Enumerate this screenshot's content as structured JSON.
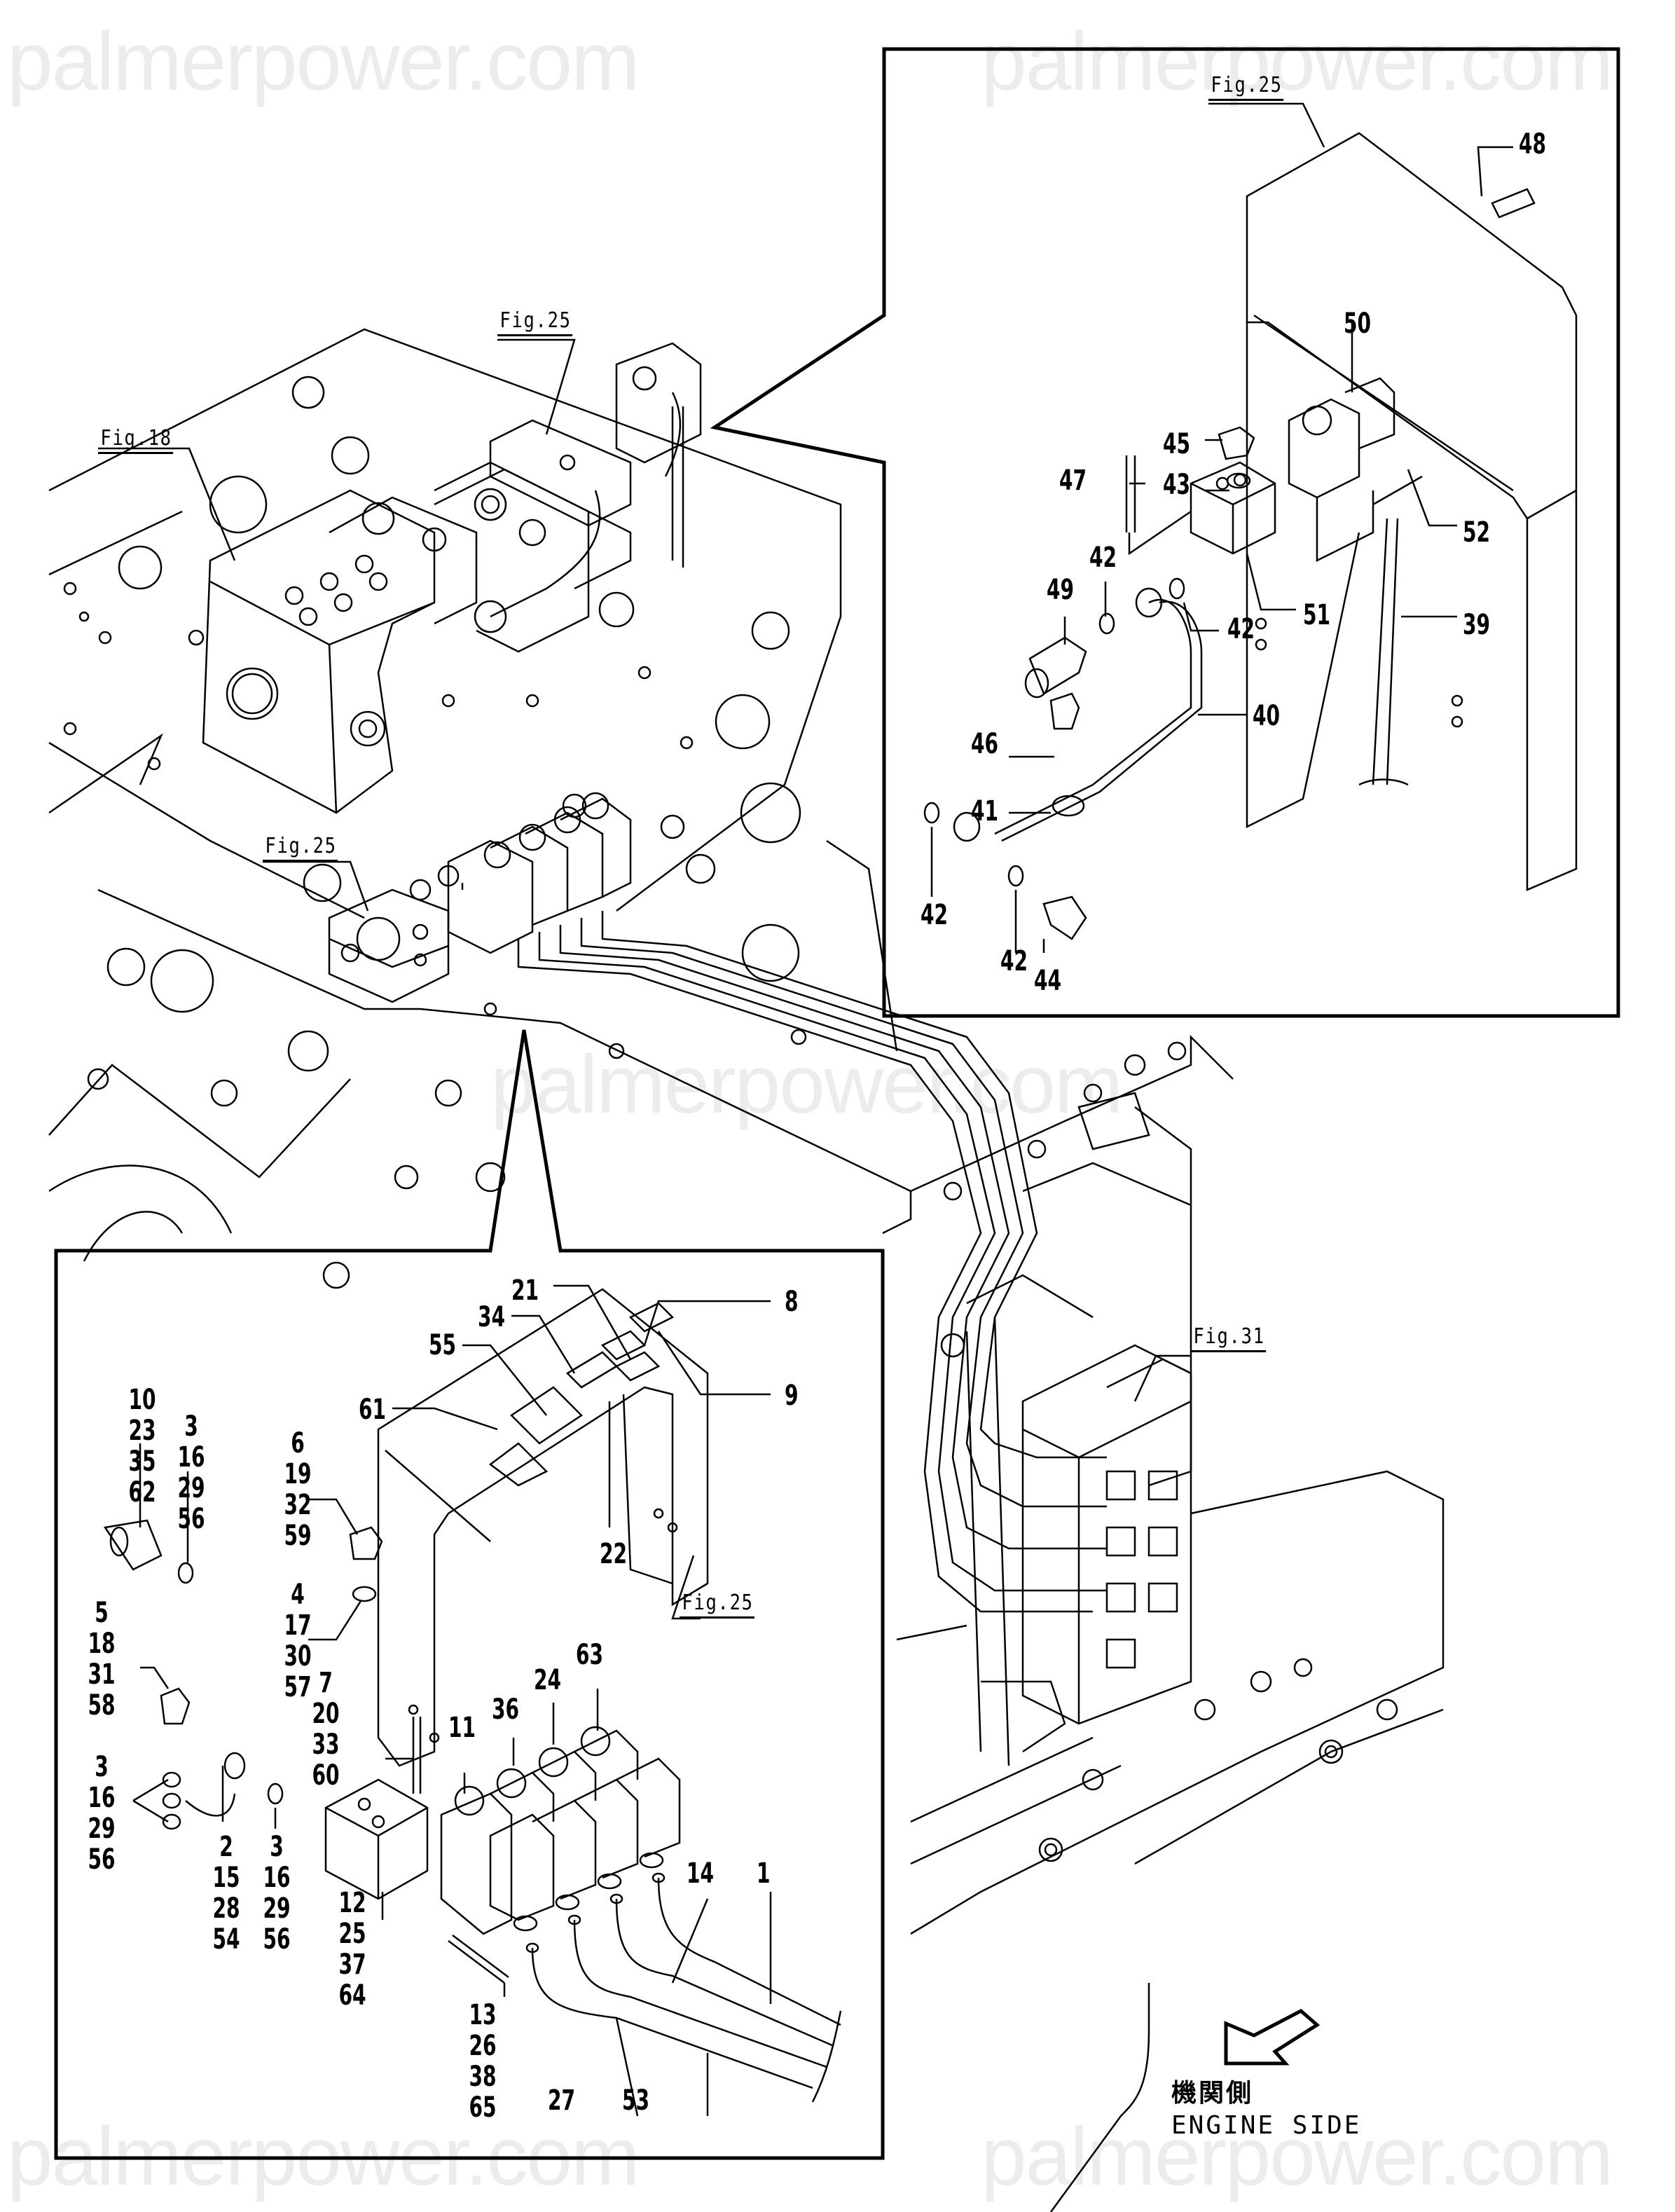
{
  "watermark": "palmerpower.com",
  "main_view": {
    "figure_refs": [
      {
        "id": "fig18-top",
        "text": "Fig.18"
      },
      {
        "id": "fig25-top",
        "text": "Fig.25"
      },
      {
        "id": "fig25-mid",
        "text": "Fig.25"
      },
      {
        "id": "fig31",
        "text": "Fig.31"
      }
    ]
  },
  "inset_upper_right": {
    "figure_ref": "Fig.25",
    "callouts": [
      {
        "id": "c48",
        "text": "48"
      },
      {
        "id": "c50",
        "text": "50"
      },
      {
        "id": "c45",
        "text": "45"
      },
      {
        "id": "c47",
        "text": "47"
      },
      {
        "id": "c43",
        "text": "43"
      },
      {
        "id": "c52",
        "text": "52"
      },
      {
        "id": "c42a",
        "text": "42"
      },
      {
        "id": "c49",
        "text": "49"
      },
      {
        "id": "c42b",
        "text": "42"
      },
      {
        "id": "c51",
        "text": "51"
      },
      {
        "id": "c39",
        "text": "39"
      },
      {
        "id": "c40",
        "text": "40"
      },
      {
        "id": "c46",
        "text": "46"
      },
      {
        "id": "c41",
        "text": "41"
      },
      {
        "id": "c42c",
        "text": "42"
      },
      {
        "id": "c42d",
        "text": "42"
      },
      {
        "id": "c44",
        "text": "44"
      }
    ]
  },
  "inset_lower_left": {
    "figure_ref": "Fig.25",
    "callouts": [
      {
        "id": "c21",
        "text": "21"
      },
      {
        "id": "c8",
        "text": "8"
      },
      {
        "id": "c34",
        "text": "34"
      },
      {
        "id": "c55",
        "text": "55"
      },
      {
        "id": "c9",
        "text": "9"
      },
      {
        "id": "c61",
        "text": "61"
      },
      {
        "id": "c22",
        "text": "22"
      },
      {
        "id": "s10",
        "text": "10\n23\n35\n62"
      },
      {
        "id": "s3a",
        "text": "3\n16\n29\n56"
      },
      {
        "id": "s6",
        "text": "6\n19\n32\n59"
      },
      {
        "id": "s4",
        "text": "4\n17\n30\n57"
      },
      {
        "id": "s5",
        "text": "5\n18\n31\n58"
      },
      {
        "id": "s7",
        "text": "7\n20\n33\n60"
      },
      {
        "id": "s3b",
        "text": "3\n16\n29\n56"
      },
      {
        "id": "s2",
        "text": "2\n15\n28\n54"
      },
      {
        "id": "s3c",
        "text": "3\n16\n29\n56"
      },
      {
        "id": "s12",
        "text": "12\n25\n37\n64"
      },
      {
        "id": "s13",
        "text": "13\n26\n38\n65"
      },
      {
        "id": "c11",
        "text": "11"
      },
      {
        "id": "c36",
        "text": "36"
      },
      {
        "id": "c24",
        "text": "24"
      },
      {
        "id": "c63",
        "text": "63"
      },
      {
        "id": "c14",
        "text": "14"
      },
      {
        "id": "c1",
        "text": "1"
      },
      {
        "id": "c27",
        "text": "27"
      },
      {
        "id": "c53",
        "text": "53"
      }
    ]
  },
  "direction_note": {
    "japanese": "機関側",
    "english": "ENGINE SIDE"
  }
}
